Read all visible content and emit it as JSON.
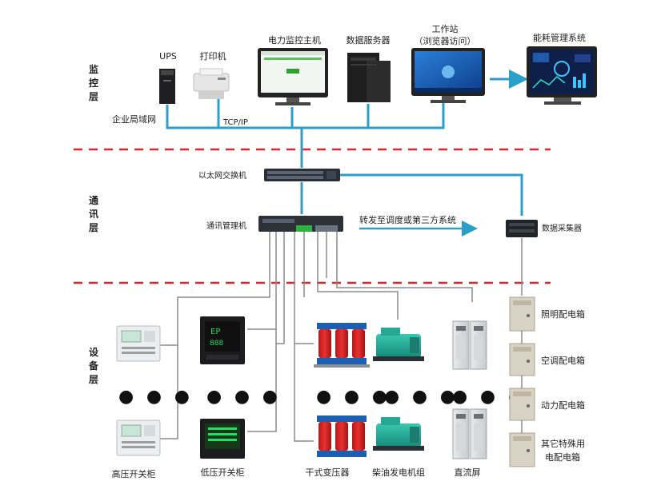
{
  "layers": {
    "monitor": [
      "监",
      "控",
      "层"
    ],
    "comm": [
      "通",
      "讯",
      "层"
    ],
    "device": [
      "设",
      "备",
      "层"
    ]
  },
  "monitor_devices": {
    "ups": "UPS",
    "printer": "打印机",
    "monitor_host": "电力监控主机",
    "data_server": "数据服务器",
    "workstation_line1": "工作站",
    "workstation_line2": "（浏览器访问）",
    "energy_system": "能耗管理系统"
  },
  "network": {
    "lan": "企业局域网",
    "tcpip": "TCP/IP"
  },
  "comm_devices": {
    "switch": "以太网交换机",
    "comm_manager": "通讯管理机",
    "forward": "转发至调度或第三方系统",
    "collector": "数据采集器"
  },
  "field_devices": {
    "hv_cabinet": "高压开关柜",
    "lv_cabinet": "低压开关柜",
    "dry_transformer": "干式变压器",
    "diesel_generator": "柴油发电机组",
    "dc_screen": "直流屏",
    "ellipsis": "● ● ●"
  },
  "distribution_boxes": {
    "lighting": "照明配电箱",
    "ac": "空调配电箱",
    "power": "动力配电箱",
    "special_line1": "其它特殊用",
    "special_line2": "电配电箱"
  },
  "colors": {
    "network_line": "#2a9fc9",
    "divider": "#e0242b",
    "field_line": "#8a8a8a"
  }
}
